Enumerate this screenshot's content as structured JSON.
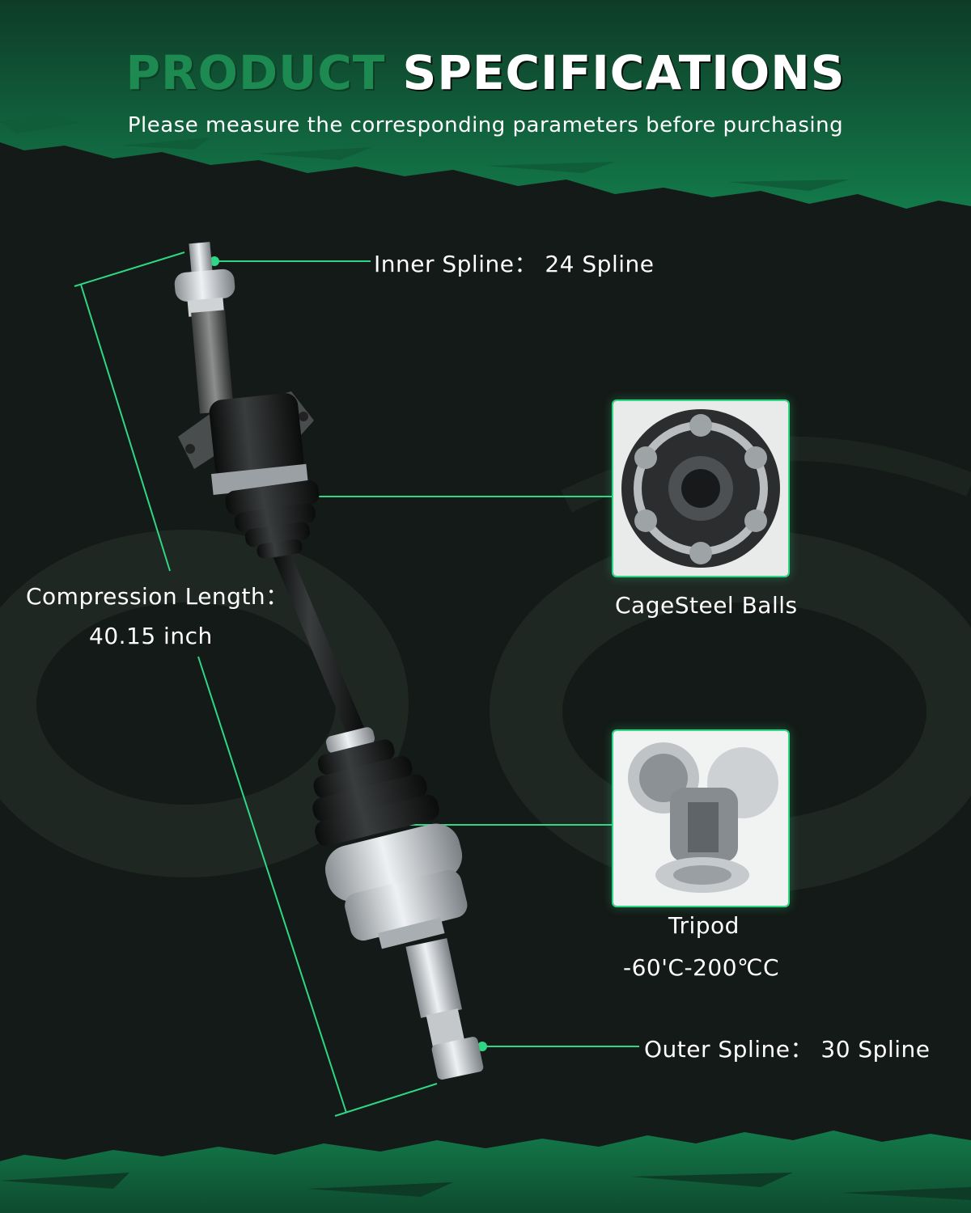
{
  "header": {
    "title_part1": "PRODUCT",
    "title_part2": "SPECIFICATIONS",
    "subtitle": "Please measure the corresponding parameters before purchasing"
  },
  "callouts": {
    "inner_spline": "Inner Spline： 24 Spline",
    "cage": "CageSteel Balls",
    "tripod": "Tripod",
    "temperature": "-60'C-200℃C",
    "outer_spline": "Outer Spline： 30 Spline"
  },
  "dimension": {
    "label": "Compression Length：",
    "value": "40.15 inch"
  },
  "colors": {
    "background": "#141a17",
    "accent_green": "#2fd784",
    "brand_green": "#1d8a52"
  }
}
